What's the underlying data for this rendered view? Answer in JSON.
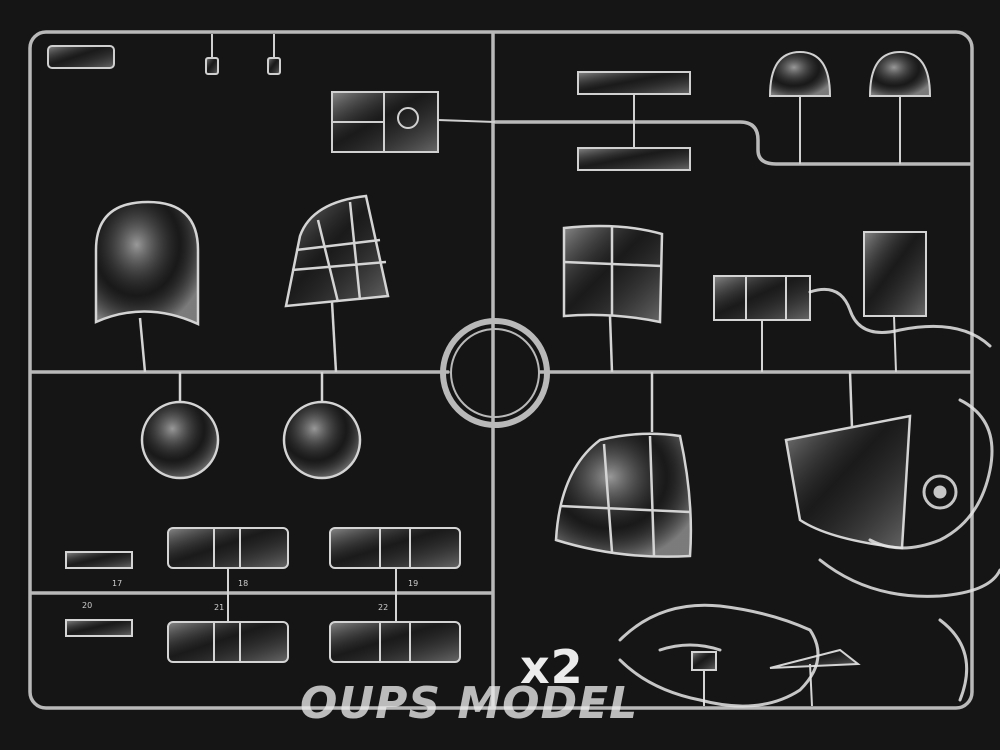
{
  "photo": {
    "subject_icon": "clear-plastic-sprue",
    "watermark_icon": "cartoon-mascot-watermark",
    "background_color": "#151515",
    "runner_color": "#d6d6d6"
  },
  "caption": {
    "quantity": "x2",
    "brand": "OUPS MODEL"
  },
  "part_numbers": [
    "17",
    "18",
    "19",
    "20",
    "21",
    "22"
  ]
}
